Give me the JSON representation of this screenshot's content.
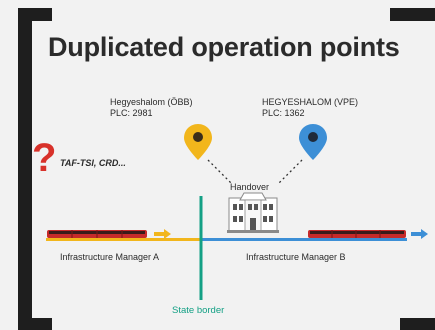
{
  "title": "Duplicated operation points",
  "left_point": {
    "name": "Hegyeshalom (ÖBB)",
    "plc": "PLC: 2981",
    "pin_color": "#f2b61c"
  },
  "right_point": {
    "name": "HEGYESHALOM (VPE)",
    "plc": "PLC: 1362",
    "pin_color": "#3d8fd6"
  },
  "handover_label": "Handover",
  "question_mark": "?",
  "regulation_text": "TAF-TSI, CRD...",
  "infrastructure_left": "Infrastructure Manager A",
  "infrastructure_right": "Infrastructure Manager B",
  "border_label": "State border",
  "colors": {
    "track_left": "#f2b61c",
    "track_right": "#3d8fd6",
    "border": "#14a085",
    "train": "#c62a2a",
    "question": "#d8312a"
  },
  "icons": [
    "map-pin-icon",
    "station-building-icon",
    "train-icon",
    "arrow-right-icon",
    "question-mark-icon"
  ]
}
